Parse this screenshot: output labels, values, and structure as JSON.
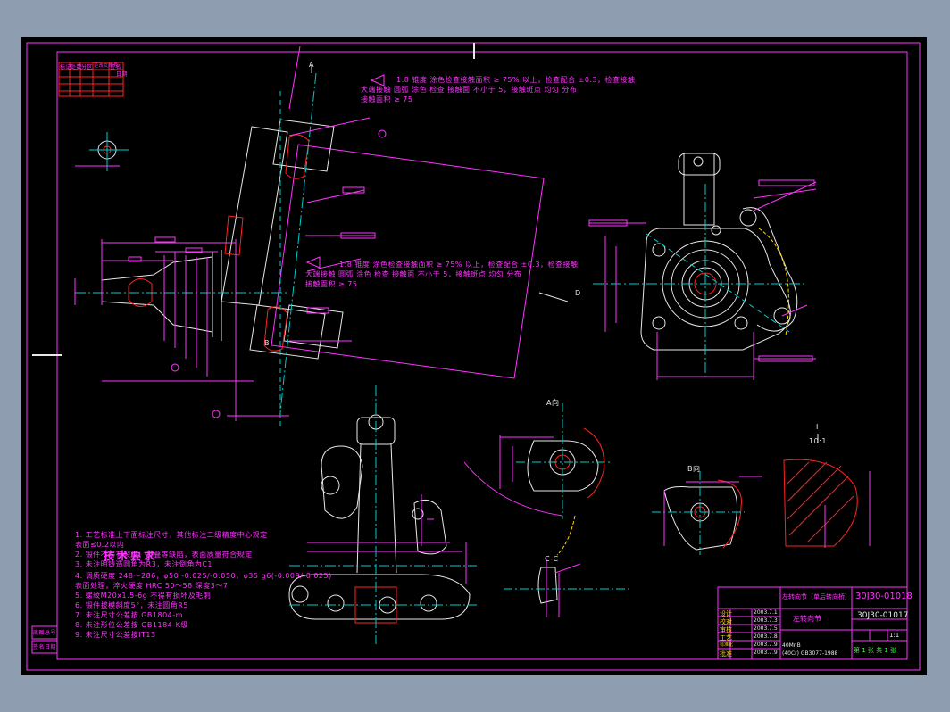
{
  "section_labels": {
    "view_a": "A",
    "view_b": "B",
    "view_d": "D",
    "view_c_c": "C-C",
    "view_i": "I",
    "scale_i": "10:1",
    "detail_a": "A向",
    "detail_b": "B向"
  },
  "technical_requirements": {
    "title": "技术要求",
    "items": [
      "1. 工艺标准上下面标注尺寸，其他标注二级精度中心规定",
      "   表面≤0.2以内",
      "2. 锻件不得有裂纹、折叠等缺陷，表面质量符合规定",
      "3. 未注明铸造圆角为R3，未注倒角为C1",
      "4. 调质硬度 248～286，φ50 -0.025/-0.050，φ35 g6(-0.009/-0.025)",
      "   表面处理，淬火硬度 HRC 50～58 深度3～7",
      "5. 螺纹M20x1.5-6g 不得有损坏及毛刺",
      "6. 锻件拔模斜度5°，未注圆角R5",
      "7. 未注尺寸公差按 GB1804-m",
      "8. 未注形位公差按 GB1184-K级",
      "9. 未注尺寸公差按IT13"
    ]
  },
  "drawing_notes": {
    "note_top_1": "1:8 锥度 涂色检查接触面积 ≥ 75% 以上，检查配合 ±0.3，检查接触",
    "note_top_2": "大端接触 圆弧 涂色 检查 接触面 不小于 5，接触斑点 均匀 分布",
    "note_top_3": "接触面积 ≥ 75",
    "note_mid_1": "1:8 锥度 涂色检查接触面积 ≥ 75% 以上，检查配合 ±0.3，检查接触",
    "note_mid_2": "大端接触 圆弧 涂色 检查 接触面 不小于 5，接触斑点 均匀 分布",
    "note_mid_3": "接触面积 ≥ 75"
  },
  "title_block": {
    "drawing_name": "左转向节（单后转向桥）",
    "drawing_number": "30J30-01018",
    "drawing_number_2": "30J30-01017",
    "part_name": "左转向节",
    "material": "40MnB",
    "standard": "(40Cr) GB3077-1988",
    "scale": "1:1",
    "sheet": "第 1 张 共 1 张",
    "rows": [
      "设计",
      "校对",
      "审核",
      "工艺",
      "标准化",
      "批准"
    ],
    "dates": [
      "2003.7.1",
      "2003.7.3",
      "2003.7.5",
      "2003.7.8",
      "2003.7.9",
      "2003.7.9"
    ]
  },
  "revision_table": {
    "labels": [
      "标记",
      "处数",
      "分区",
      "更改文件号",
      "签名",
      "日期"
    ]
  },
  "left_margin": {
    "item1": "底图总号",
    "item2": "签名日期"
  },
  "colors": {
    "background": "#000000",
    "frame": "#ff33ff",
    "geometry": "#e8e8e8",
    "centerline": "#00cccc",
    "hidden": "#ffd400",
    "section": "#ff2222",
    "dimension": "#ff33ff",
    "border": "#8e9eb0"
  }
}
